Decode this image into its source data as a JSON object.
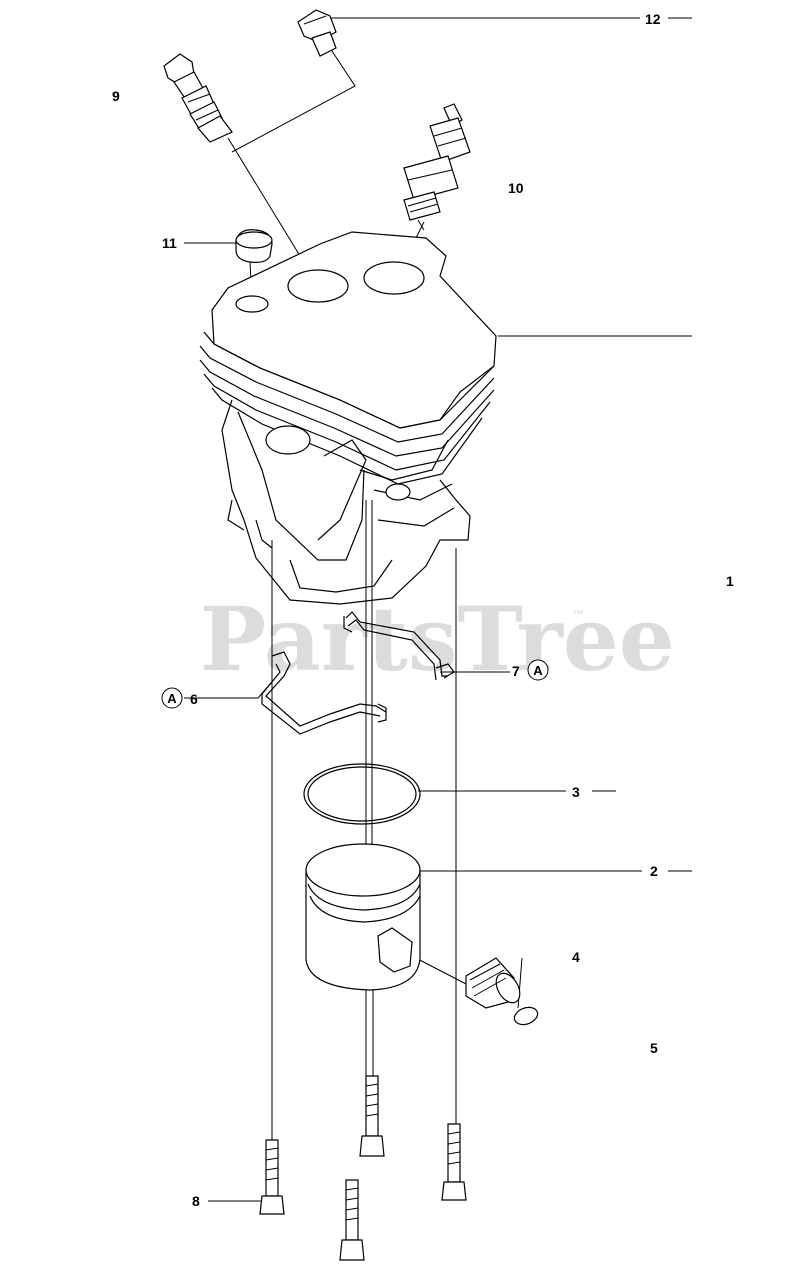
{
  "watermark": {
    "text": "PartsTree",
    "trademark": "™"
  },
  "labels": {
    "p1": "1",
    "p2": "2",
    "p3": "3",
    "p4": "4",
    "p5": "5",
    "p6": "6",
    "p7": "7",
    "p8": "8",
    "p9": "9",
    "p10": "10",
    "p11": "11",
    "p12": "12"
  },
  "callouts": {
    "a": "A"
  }
}
